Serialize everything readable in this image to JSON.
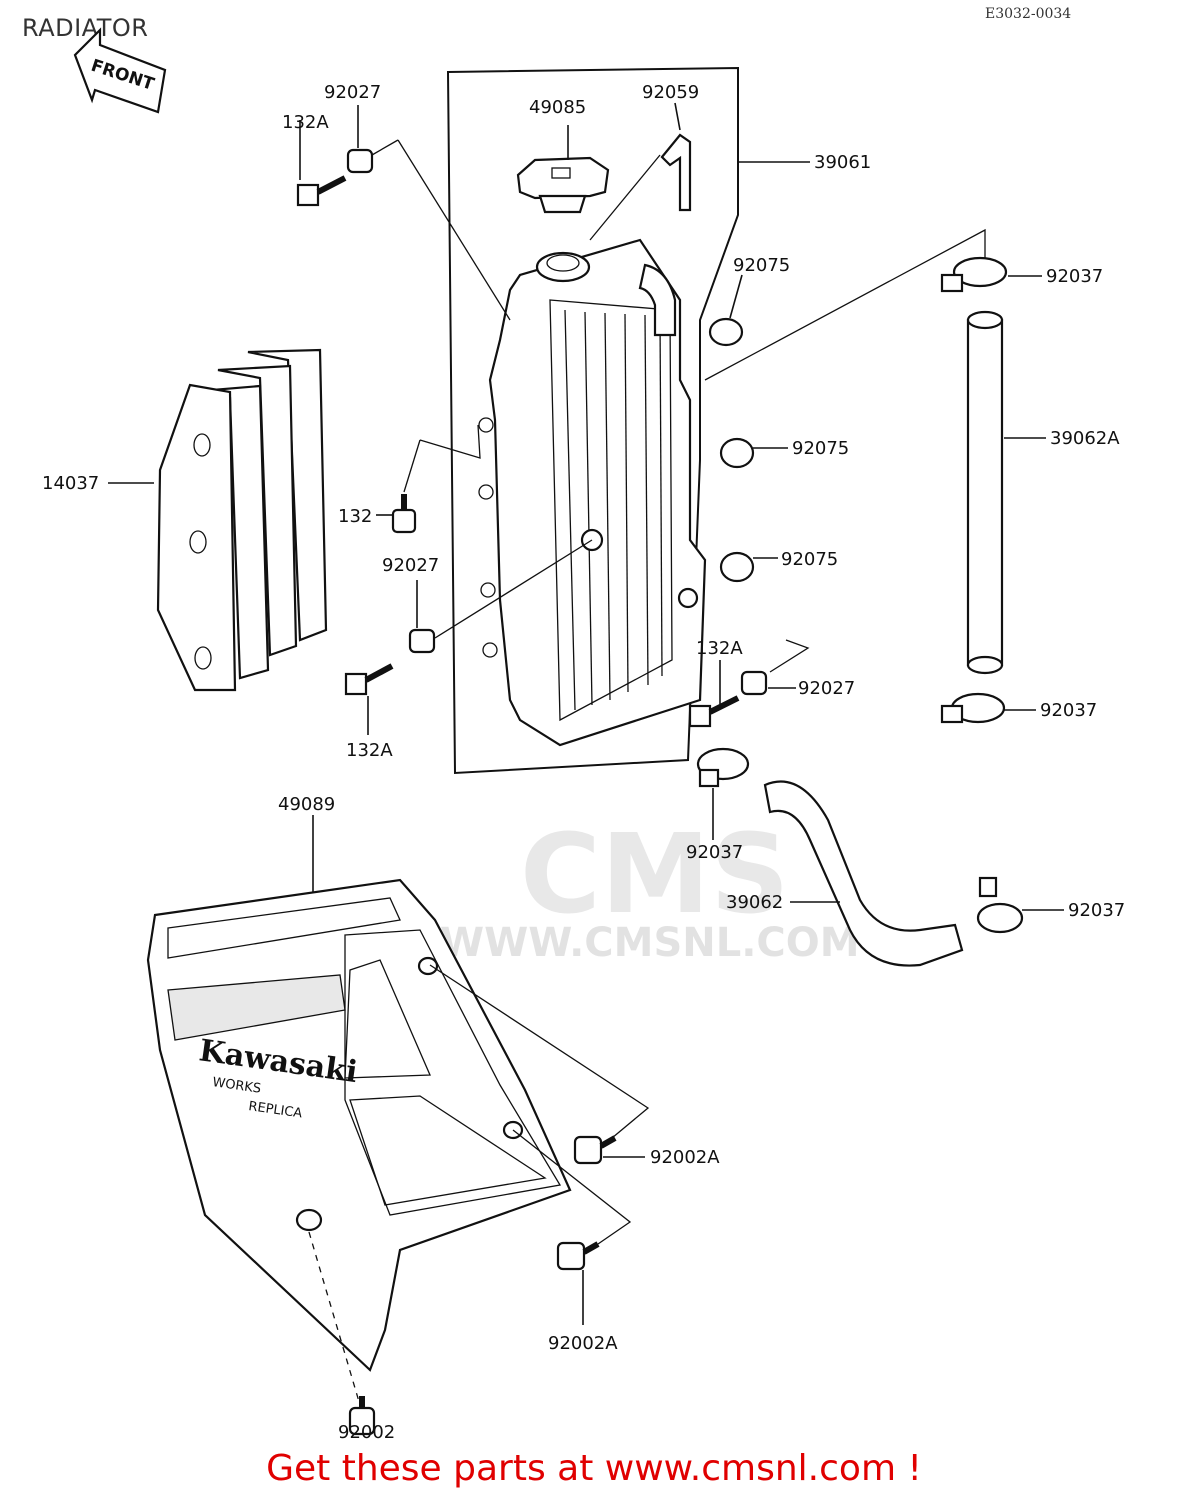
{
  "page": {
    "title": "RADIATOR",
    "ref_code": "E3032-0034",
    "footer_cta": "Get these parts at www.cmsnl.com !",
    "watermark": {
      "brand": "CMS",
      "url": "WWW.CMSNL.COM"
    },
    "accent_color": "#e00000"
  },
  "diagram": {
    "front_label": "FRONT",
    "shroud_text": {
      "brand": "Kawasaki",
      "line1": "WORKS",
      "line2": "REPLICA"
    },
    "callouts": [
      "92027",
      "132A",
      "49085",
      "92059",
      "39061",
      "92037",
      "92075",
      "39062A",
      "14037",
      "92075",
      "132",
      "92075",
      "92027",
      "132A",
      "92027",
      "132A",
      "92037",
      "49089",
      "92037",
      "39062",
      "92037",
      "92002A",
      "92002A",
      "92002"
    ]
  }
}
